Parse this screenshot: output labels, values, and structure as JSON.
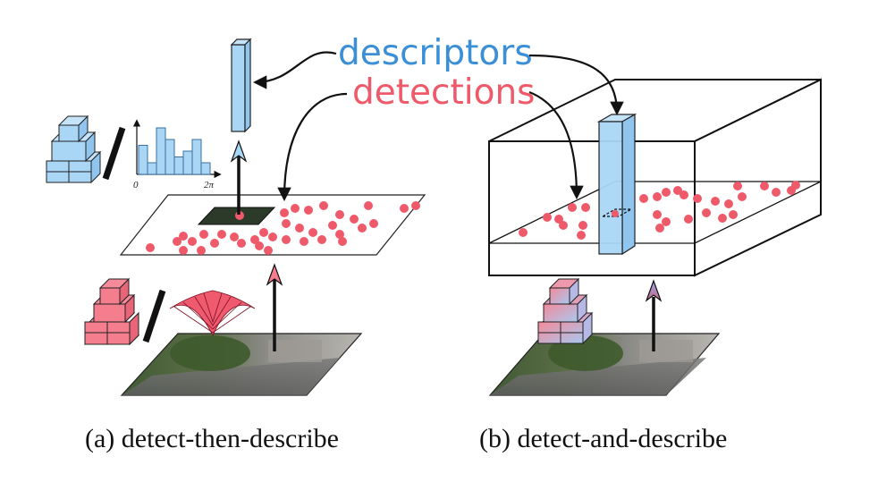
{
  "labels": {
    "descriptors": "descriptors",
    "detections": "detections"
  },
  "histogram": {
    "tick_start": "0",
    "tick_end": "2π",
    "bar_values": [
      5,
      2,
      8,
      6,
      3,
      4,
      6,
      2
    ]
  },
  "captions": {
    "a": "(a) detect-then-describe",
    "b": "(b) detect-and-describe"
  },
  "colors": {
    "descriptor_blue": "#3a8fd6",
    "detection_red": "#ef5a6a",
    "descriptor_fill": "#a9d6f5",
    "detection_fill": "#f47d8e"
  }
}
